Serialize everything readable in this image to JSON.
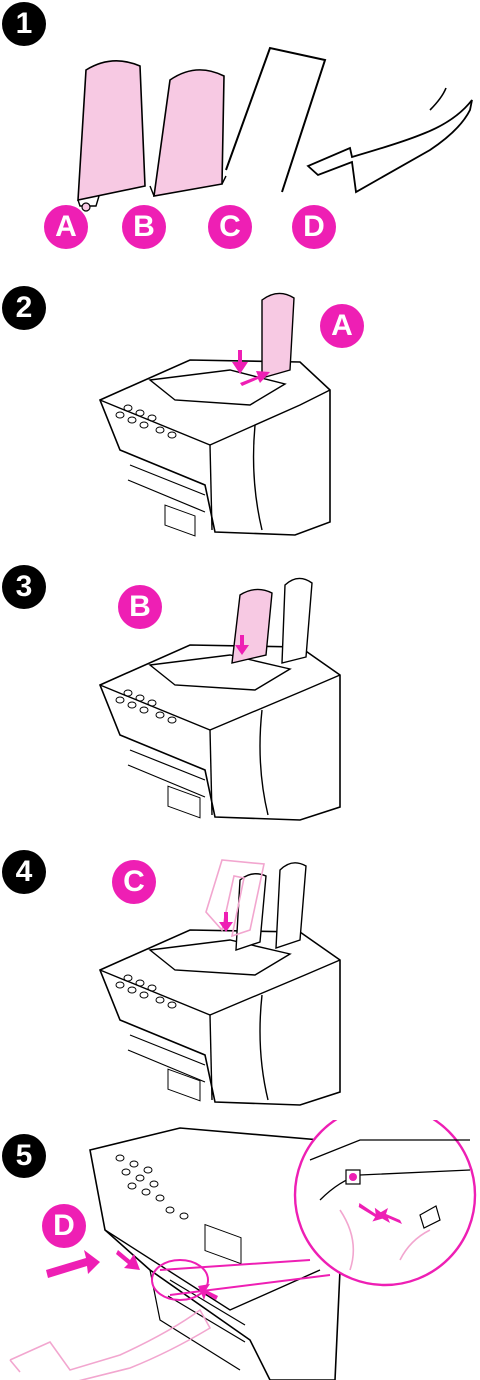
{
  "steps": [
    {
      "number": "1",
      "labels": [
        "A",
        "B",
        "C",
        "D"
      ]
    },
    {
      "number": "2",
      "label": "A"
    },
    {
      "number": "3",
      "label": "B"
    },
    {
      "number": "4",
      "label": "C"
    },
    {
      "number": "5",
      "label": "D"
    }
  ],
  "colors": {
    "accent": "#ee1fb4",
    "part_fill": "#f7c9e3",
    "ghost_line": "#f2a6cf",
    "line": "#000000"
  }
}
